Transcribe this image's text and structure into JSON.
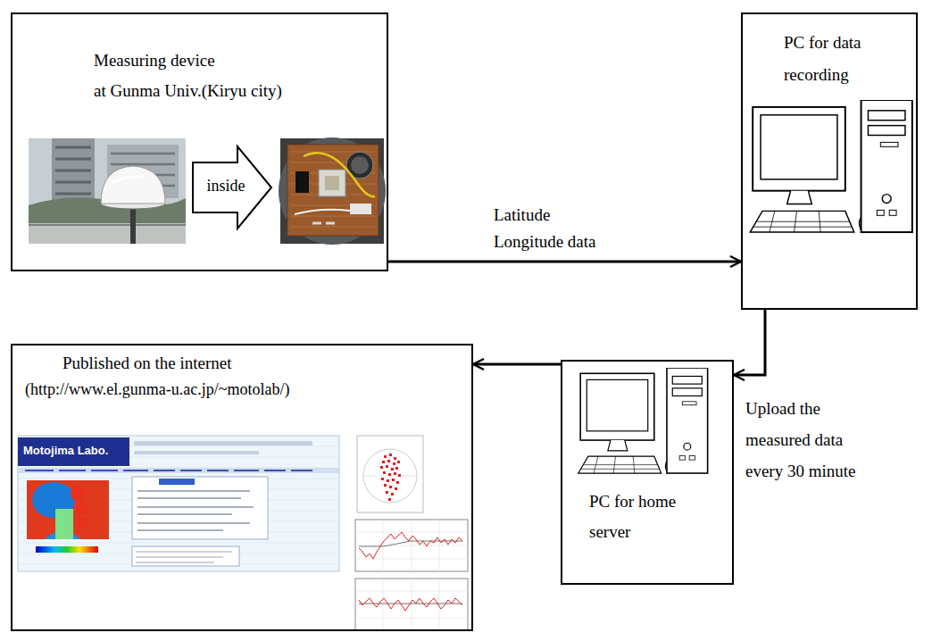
{
  "diagram": {
    "nodes": [
      {
        "text": [
          "Measuring device",
          "at Gunma Univ.(Kiryu city)"
        ]
      },
      {
        "text": [
          "PC for data recording"
        ]
      },
      {
        "text": [
          "PC for home server"
        ]
      },
      {
        "text": [
          "Published on the internet",
          "(http://www.el.gunma-u.ac.jp/~motolab/)"
        ]
      }
    ],
    "edges": [
      {
        "from": 0,
        "to": 1,
        "label": "Latitude Longitude data",
        "arrow": "to"
      },
      {
        "from": 1,
        "to": 2,
        "label": "Upload the measured data every 30 minute",
        "arrow": "to"
      },
      {
        "from": 2,
        "to": 3,
        "arrow": "to"
      }
    ],
    "labels": [
      "inside",
      "Motojima Labo."
    ]
  }
}
